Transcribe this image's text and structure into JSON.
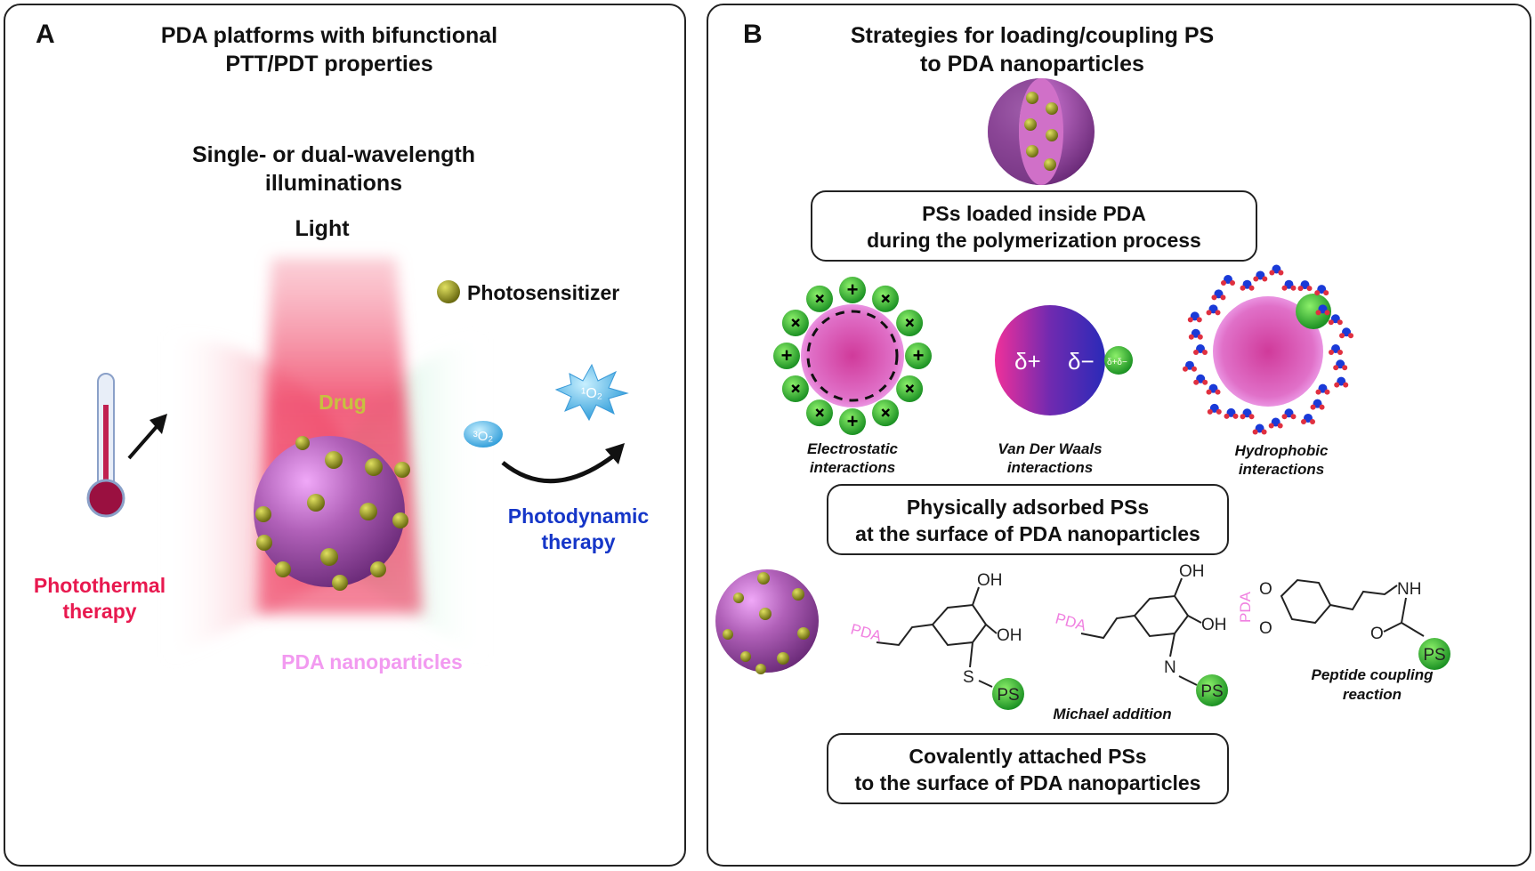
{
  "panel_a": {
    "letter": "A",
    "title_line1": "PDA platforms with bifunctional",
    "title_line2": "PTT/PDT properties",
    "subtitle_line1": "Single- or dual-wavelength",
    "subtitle_line2": "illuminations",
    "light_label": "Light",
    "drug_label": "Drug",
    "photosensitizer_label": "Photosensitizer",
    "ptt_line1": "Photothermal",
    "ptt_line2": "therapy",
    "pdt_line1": "Photodynamic",
    "pdt_line2": "therapy",
    "nanoparticle_label": "PDA nanoparticles",
    "triplet_oxygen": "³O₂",
    "singlet_oxygen": "¹O₂",
    "colors": {
      "ptt": "#e8194f",
      "pdt": "#1536c8",
      "nanoparticle_label": "#f29af0",
      "drug": "#c8c040"
    }
  },
  "panel_b": {
    "letter": "B",
    "title_line1": "Strategies for loading/coupling PS",
    "title_line2": "to PDA nanoparticles",
    "box1_line1": "PSs loaded inside PDA",
    "box1_line2": "during the polymerization process",
    "electrostatic_line1": "Electrostatic",
    "electrostatic_line2": "interactions",
    "vdw_line1": "Van Der Waals",
    "vdw_line2": "interactions",
    "hydrophobic_line1": "Hydrophobic",
    "hydrophobic_line2": "interactions",
    "delta_plus": "δ+",
    "delta_minus": "δ−",
    "delta_small": "δ+δ−",
    "box2_line1": "Physically adsorbed PSs",
    "box2_line2": "at the surface of PDA nanoparticles",
    "chem": {
      "pda": "PDA",
      "oh": "OH",
      "s": "S",
      "n": "N",
      "nh": "NH",
      "o": "O",
      "ps": "PS"
    },
    "michael_label": "Michael addition",
    "peptide_line1": "Peptide coupling",
    "peptide_line2": "reaction",
    "box3_line1": "Covalently attached PSs",
    "box3_line2": "to the surface of PDA nanoparticles"
  }
}
